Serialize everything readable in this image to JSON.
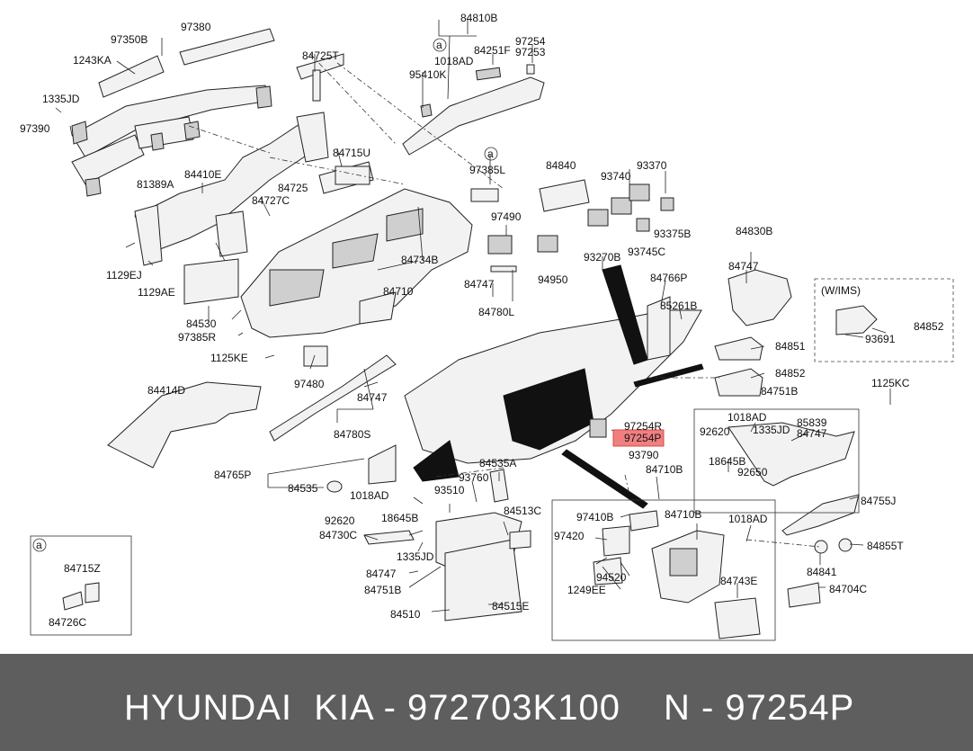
{
  "labels": {
    "l97380": "97380",
    "l97350B": "97350B",
    "l1243KA": "1243KA",
    "l1335JD_a": "1335JD",
    "l97390": "97390",
    "l84725T": "84725T",
    "l84810B": "84810B",
    "l1018AD_a": "1018AD",
    "l84251F": "84251F",
    "l97254_top": "97254",
    "l97253": "97253",
    "l95410K": "95410K",
    "l84715U": "84715U",
    "l97385L": "97385L",
    "l84840": "84840",
    "l93370": "93370",
    "l93740": "93740",
    "l81389A": "81389A",
    "l84410E": "84410E",
    "l84725": "84725",
    "l84727C": "84727C",
    "l97490": "97490",
    "l93375B": "93375B",
    "l93745C": "93745C",
    "l93270B": "93270B",
    "l84734B": "84734B",
    "l1129EJ": "1129EJ",
    "l1129AE": "1129AE",
    "l84747_a": "84747",
    "l94950": "94950",
    "l84830B": "84830B",
    "l84747_b": "84747",
    "l84766P": "84766P",
    "l84710": "84710",
    "l84530": "84530",
    "l97385R": "97385R",
    "l85261B": "85261B",
    "l84780L": "84780L",
    "l1125KE": "1125KE",
    "l84414D": "84414D",
    "l97480": "97480",
    "l84747_c": "84747",
    "l84780S": "84780S",
    "l84851": "84851",
    "l84852_a": "84852",
    "l93691": "93691",
    "l84852_b": "84852",
    "l84751B_a": "84751B",
    "l1125KC": "1125KC",
    "l1018AD_b": "1018AD",
    "l85839": "85839",
    "l92620_a": "92620",
    "l1335JD_b": "1335JD",
    "l84747_d": "84747",
    "l18645B_a": "18645B",
    "l92650": "92650",
    "l97254R": "97254R",
    "l97254P": "97254P",
    "l93790": "93790",
    "l84710B_a": "84710B",
    "l84755J": "84755J",
    "l84765P": "84765P",
    "l84535": "84535",
    "l84535A": "84535A",
    "l93760": "93760",
    "l93510": "93510",
    "l1018AD_c": "1018AD",
    "l92620_b": "92620",
    "l18645B_b": "18645B",
    "l84730C": "84730C",
    "l84513C": "84513C",
    "l1335JD_c": "1335JD",
    "l84747_e": "84747",
    "l84751B_b": "84751B",
    "l84510": "84510",
    "l84515E": "84515E",
    "l97410B": "97410B",
    "l84710B_b": "84710B",
    "l1018AD_d": "1018AD",
    "l97420": "97420",
    "l94520": "94520",
    "l1249EE": "1249EE",
    "l84743E": "84743E",
    "l84841": "84841",
    "l84855T": "84855T",
    "l84704C": "84704C",
    "l84715Z": "84715Z",
    "l84726C": "84726C",
    "l_a_box": "a",
    "l_a1": "a",
    "l_a2": "a",
    "l_wims": "(W/IMS)"
  },
  "highlight": {
    "part": "97254P",
    "color": "#f08080"
  },
  "footer": {
    "brand": "HYUNDAI  KIA - 972703K100",
    "partno": "N - 97254P"
  },
  "colors": {
    "footer_bg": "#5e5e5e",
    "footer_text": "#ffffff"
  }
}
